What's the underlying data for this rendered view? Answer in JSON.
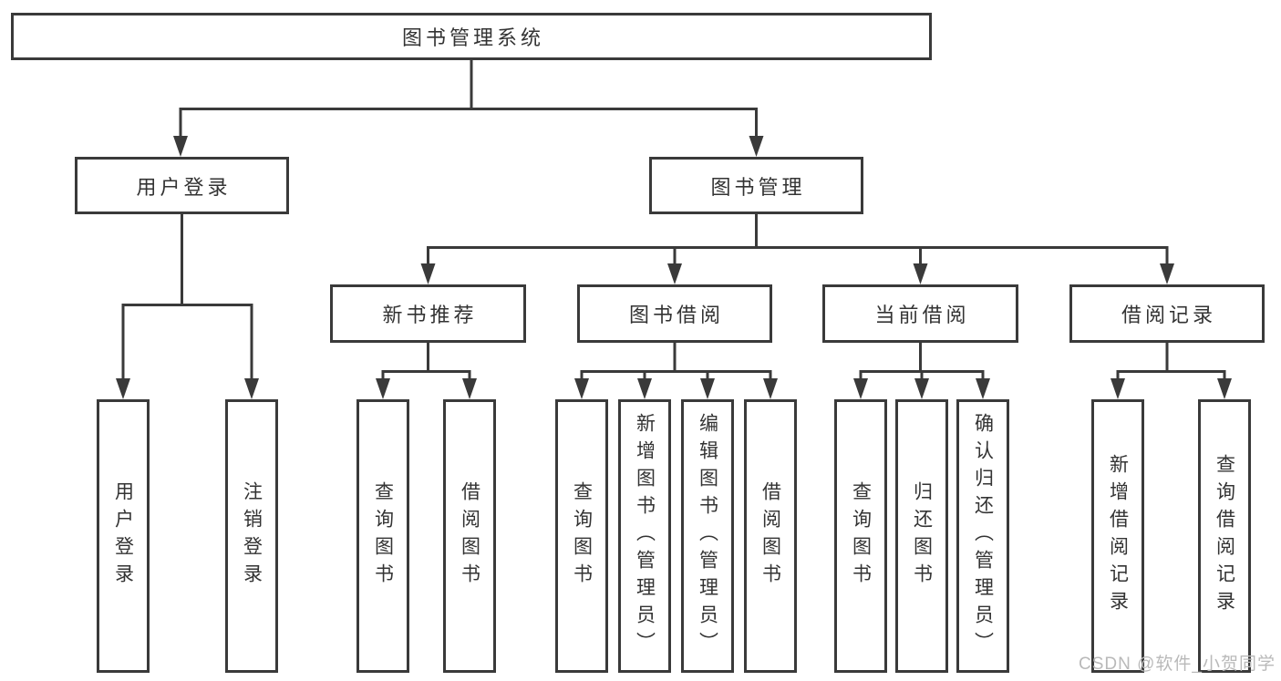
{
  "page": {
    "background": "#ffffff"
  },
  "colors": {
    "line": "#3a3a3a",
    "box_border": "#3a3a3a",
    "box_fill": "#ffffff",
    "text": "#333333",
    "watermark": "#b9b9b9"
  },
  "watermark": {
    "text": "CSDN @软件_小贺同学"
  },
  "tree": {
    "root": {
      "label": "图书管理系统"
    },
    "level1": [
      {
        "id": "user-login",
        "label": "用户登录"
      },
      {
        "id": "book-management",
        "label": "图书管理"
      }
    ],
    "level2": [
      {
        "id": "new-book-recommend",
        "label": "新书推荐",
        "parent": "book-management"
      },
      {
        "id": "book-borrow",
        "label": "图书借阅",
        "parent": "book-management"
      },
      {
        "id": "current-borrow",
        "label": "当前借阅",
        "parent": "book-management"
      },
      {
        "id": "borrow-records",
        "label": "借阅记录",
        "parent": "book-management"
      }
    ],
    "leaves": {
      "user_login": [
        "用户登录",
        "注销登录"
      ],
      "new_book_recommend": [
        "查询图书",
        "借阅图书"
      ],
      "book_borrow": [
        "查询图书",
        "新增图书（管理员）",
        "编辑图书（管理员）",
        "借阅图书"
      ],
      "current_borrow": [
        "查询图书",
        "归还图书",
        "确认归还（管理员）"
      ],
      "borrow_records": [
        "新增借阅记录",
        "查询借阅记录"
      ]
    }
  }
}
